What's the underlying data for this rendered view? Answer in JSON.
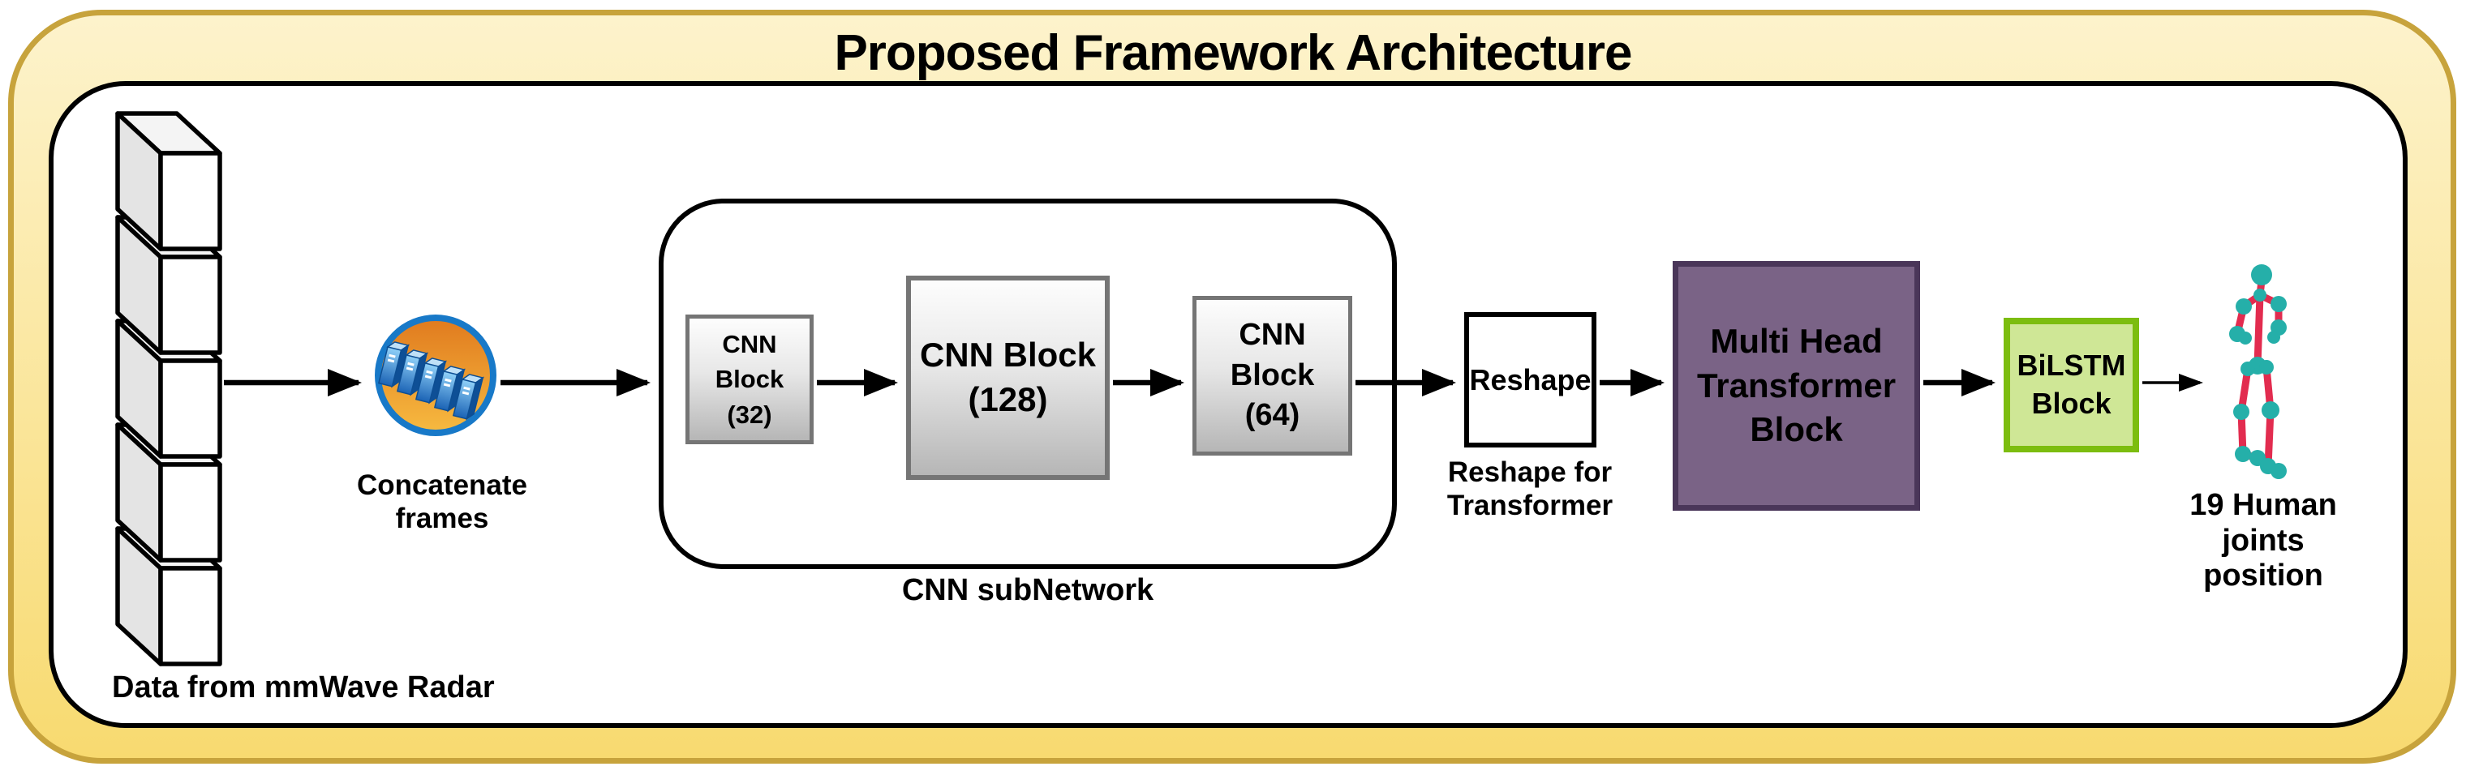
{
  "title": "Proposed Framework Architecture",
  "pipeline": {
    "radar": {
      "icon": "stacked-frames",
      "label": "Data from mmWave Radar",
      "frame_count": 5
    },
    "concatenate": {
      "icon": "concatenate-frames",
      "label": "Concatenate\nframes"
    },
    "cnn_subnetwork": {
      "label": "CNN subNetwork",
      "blocks": {
        "b32": "CNN\nBlock\n(32)",
        "b128": "CNN Block\n(128)",
        "b64": "CNN\nBlock\n(64)"
      }
    },
    "reshape": {
      "box": "Reshape",
      "label": "Reshape for\nTransformer"
    },
    "transformer": {
      "label": "Multi Head\nTransformer\nBlock"
    },
    "bilstm": {
      "label": "BiLSTM\nBlock"
    },
    "output": {
      "icon": "human-skeleton",
      "label": "19 Human\njoints\nposition",
      "joint_count": 19
    }
  },
  "colors": {
    "outer_border": "#C7A33C",
    "outer_fill_top": "#FDF3CC",
    "outer_fill_bottom": "#F8DA70",
    "gray_border": "#757575",
    "transformer_fill": "#7A6386",
    "transformer_border": "#4A3659",
    "bilstm_fill": "#CFE796",
    "bilstm_border": "#7CBD0F",
    "concat_circle_border": "#1879C8",
    "concat_orange_top": "#E07A1E",
    "concat_orange_bottom": "#F7BA40",
    "bone_color": "#E22C4F",
    "joint_color": "#25AFA9"
  }
}
